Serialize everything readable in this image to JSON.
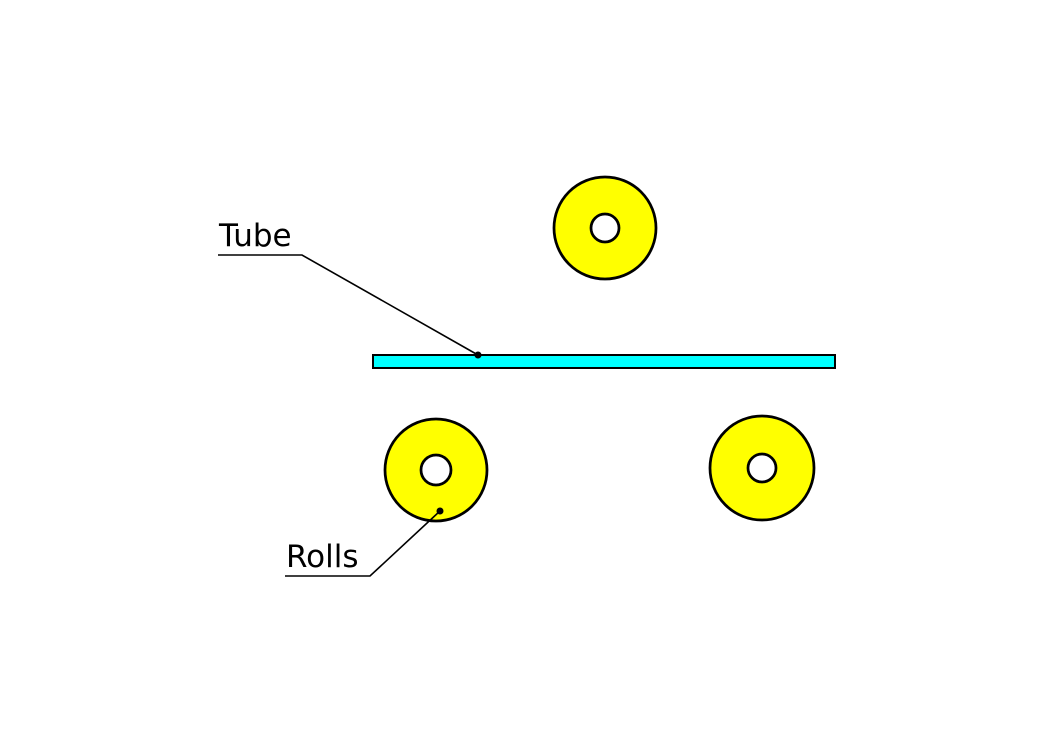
{
  "diagram": {
    "background_color": "#ffffff",
    "line_color": "#000000",
    "tube": {
      "label": "Tube",
      "fill": "#00ffff"
    },
    "rolls": {
      "label": "Rolls",
      "fill": "#ffff00",
      "hub_fill": "#ffffff",
      "count": 3,
      "positions": [
        "top-center",
        "bottom-left",
        "bottom-right"
      ]
    }
  }
}
